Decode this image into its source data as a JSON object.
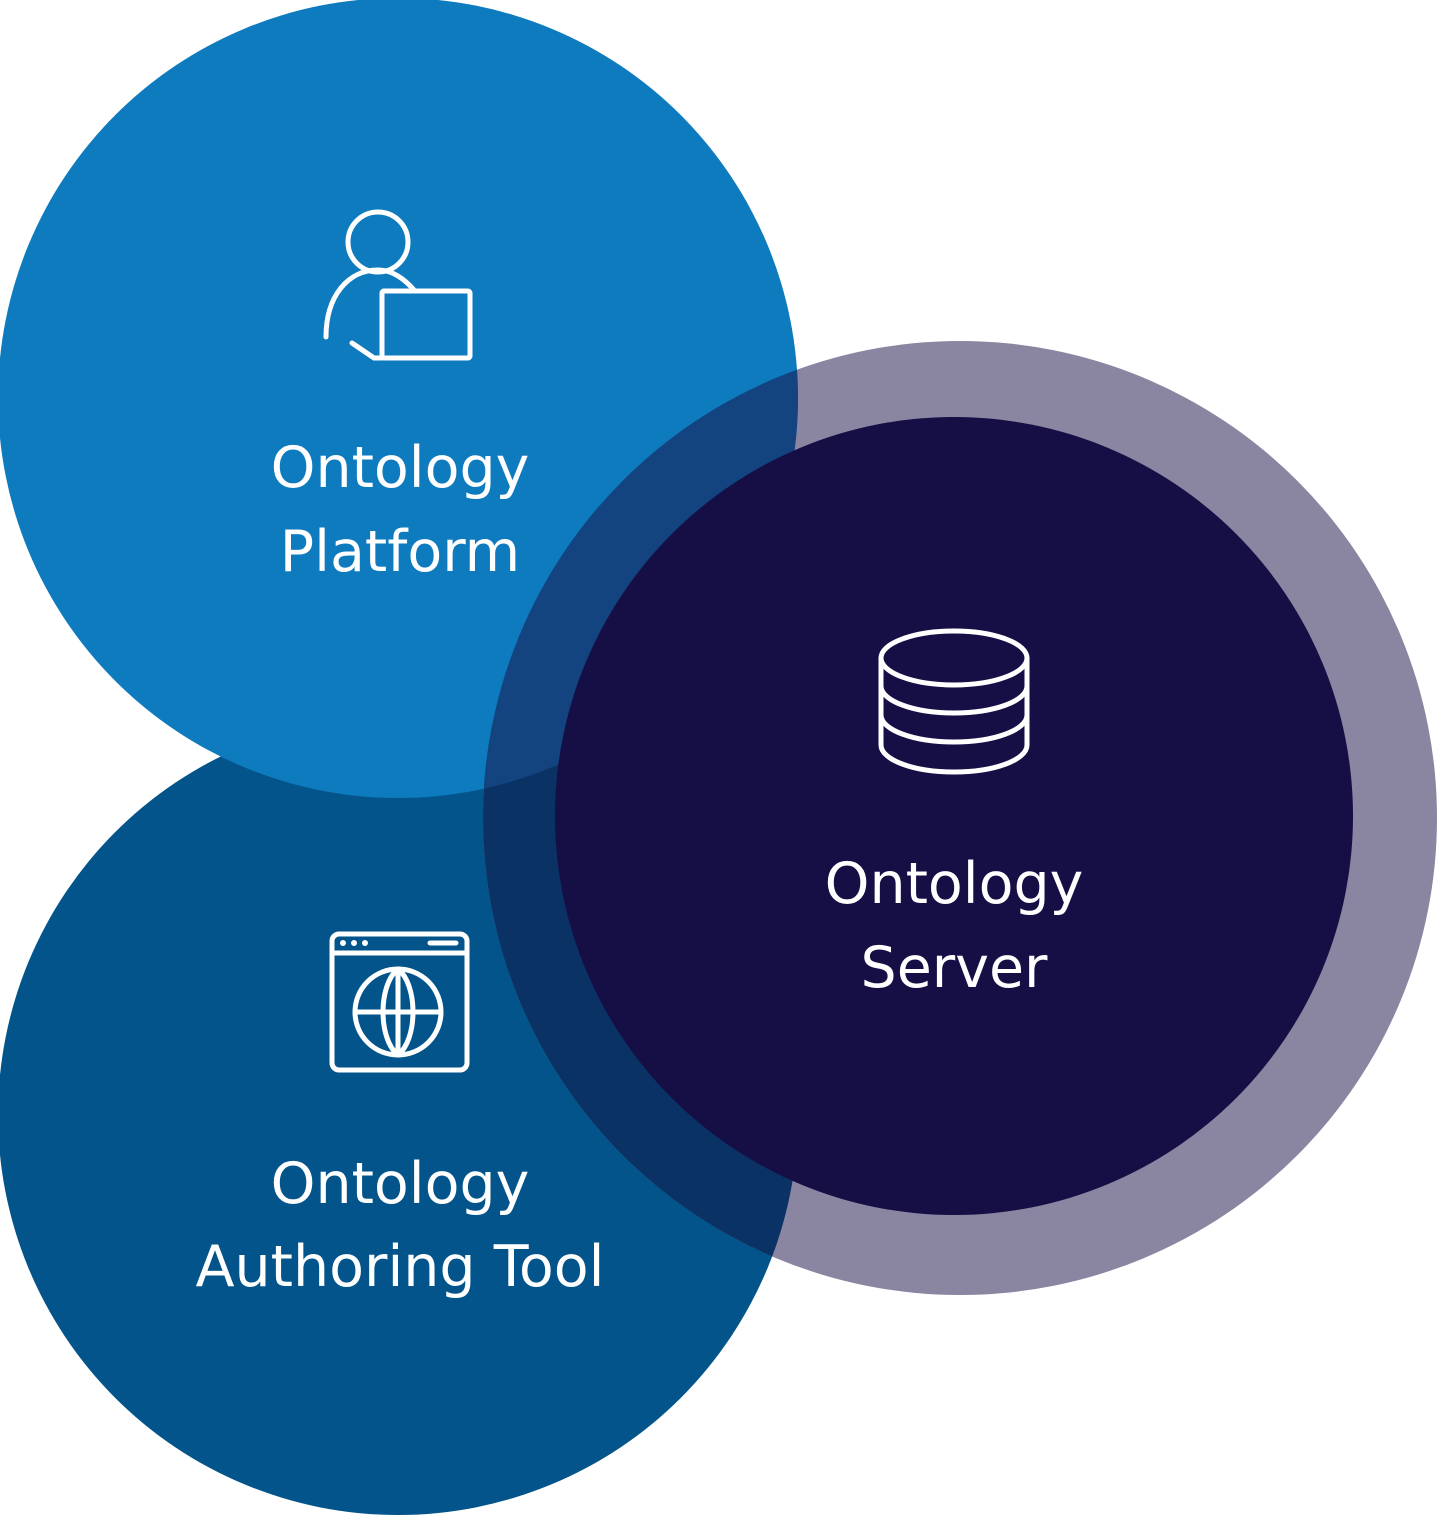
{
  "colors": {
    "platform": "#0e7bbf",
    "authoring": "#02548a",
    "server_ring": "#8a86a2",
    "server_core": "#160f45",
    "overlap_platform_ring": "#134480",
    "overlap_authoring_ring": "#0a3264",
    "text": "#ffffff"
  },
  "nodes": {
    "platform": {
      "icon": "person-with-laptop-icon",
      "label_line1": "Ontology",
      "label_line2": "Platform"
    },
    "authoring": {
      "icon": "browser-globe-icon",
      "label_line1": "Ontology",
      "label_line2": "Authoring Tool"
    },
    "server": {
      "icon": "database-icon",
      "label_line1": "Ontology",
      "label_line2": "Server"
    }
  }
}
